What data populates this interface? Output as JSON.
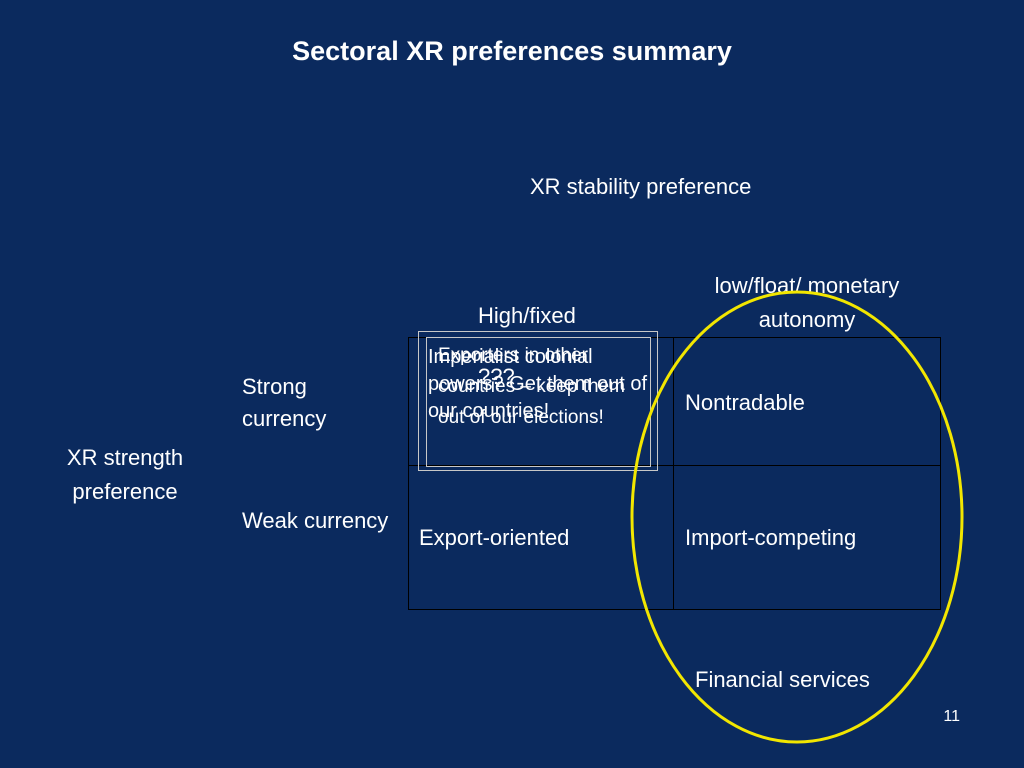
{
  "slide": {
    "title": "Sectoral XR preferences summary",
    "stability_label": "XR stability preference",
    "col_high": "High/fixed",
    "col_low": "low/float/ monetary autonomy",
    "row_strong": "Strong currency",
    "row_weak": "Weak currency",
    "strength_label": "XR strength preference",
    "cells": {
      "nontradable": "Nontradable",
      "export_oriented": "Export-oriented",
      "import_competing": "Import-competing"
    },
    "overlap_text_a": "Imperialist colonial powers? Get them out of our countries!",
    "overlap_text_b": "Exporters in other countries – keep them out of our elections!",
    "question_marks": "???",
    "financial_services": "Financial services",
    "slide_number": "11"
  },
  "colors": {
    "background": "#0b2a5e",
    "text": "#ffffff",
    "highlight_ellipse": "#f2e600"
  }
}
